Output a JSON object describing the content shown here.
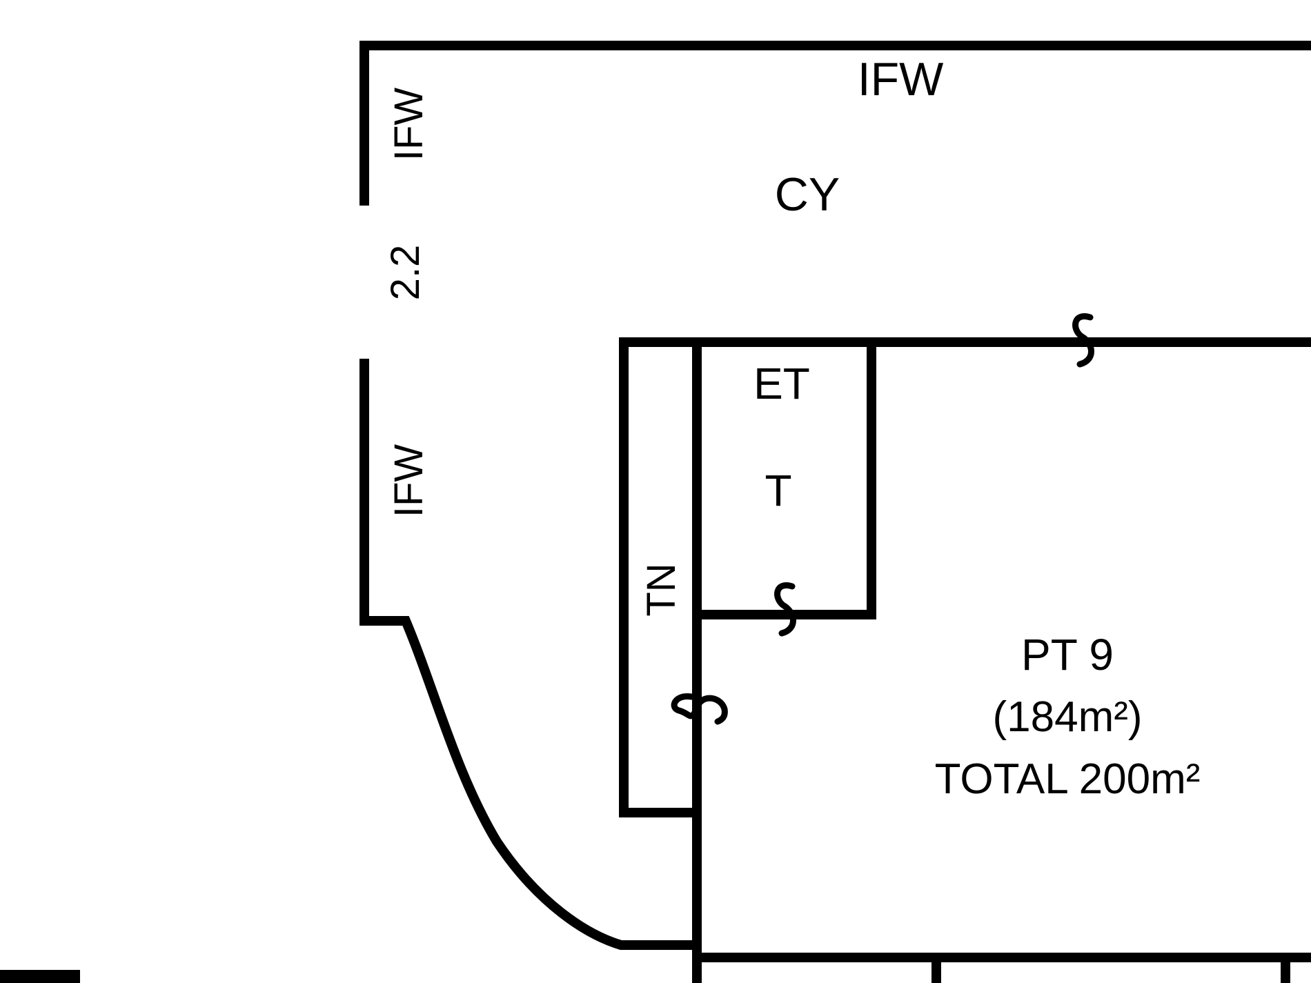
{
  "labels": {
    "ifw_top": "IFW",
    "ifw_left_upper": "IFW",
    "opening_width": "2.2",
    "ifw_left_lower": "IFW",
    "courtyard": "CY",
    "ensuite": "ET",
    "toilet": "T",
    "tunnel": "TN"
  },
  "unit": {
    "name": "PT 9",
    "area": "(184m²)",
    "total": "TOTAL 200m²"
  },
  "colors": {
    "line": "#000000",
    "background": "#ffffff"
  }
}
